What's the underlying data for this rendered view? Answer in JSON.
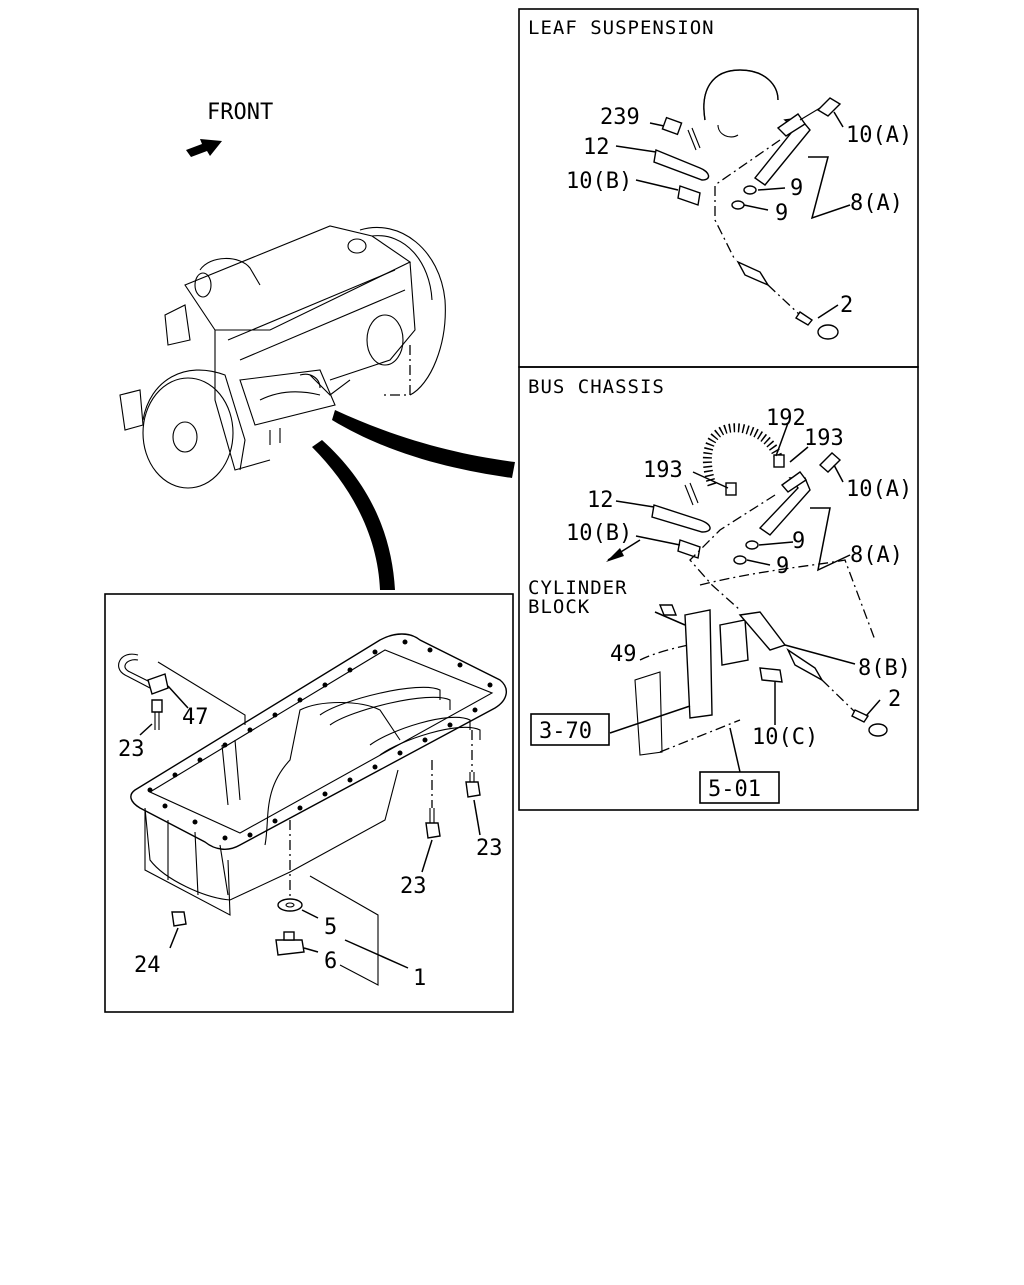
{
  "front_label": "FRONT",
  "panels": {
    "leaf": {
      "title": "LEAF SUSPENSION",
      "labels": [
        "239",
        "12",
        "10(B)",
        "10(A)",
        "9",
        "9",
        "8(A)",
        "2"
      ]
    },
    "bus": {
      "title": "BUS CHASSIS",
      "labels": [
        "192",
        "193",
        "193",
        "10(A)",
        "12",
        "10(B)",
        "9",
        "9",
        "8(A)",
        "49",
        "8(B)",
        "2",
        "10(C)"
      ],
      "cylinder_block": [
        "CYLINDER",
        "BLOCK"
      ],
      "refs": [
        "3-70",
        "5-01"
      ]
    },
    "oilpan": {
      "labels": [
        "47",
        "23",
        "23",
        "23",
        "5",
        "6",
        "1",
        "24"
      ]
    }
  },
  "colors": {
    "line": "#000000",
    "background": "#ffffff"
  }
}
